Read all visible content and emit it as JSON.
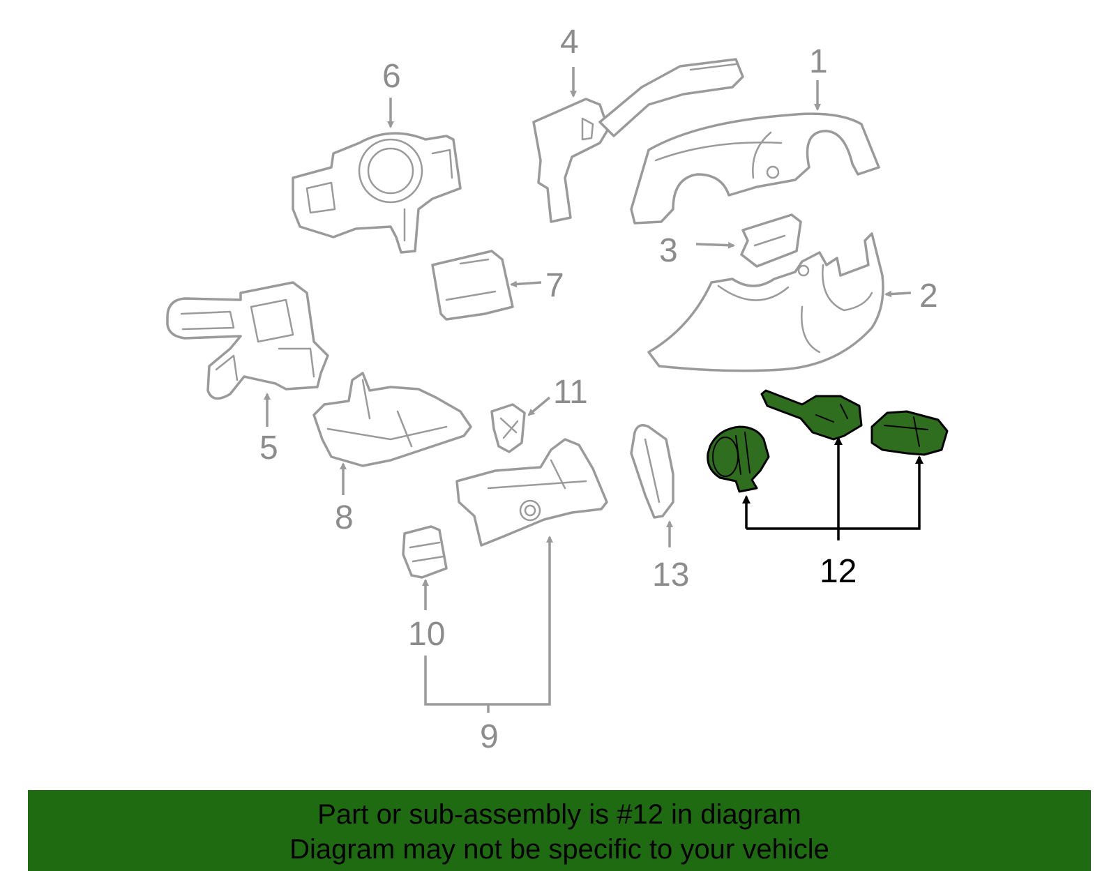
{
  "diagram": {
    "callouts": [
      {
        "id": "1",
        "label": "1",
        "highlighted": false
      },
      {
        "id": "2",
        "label": "2",
        "highlighted": false
      },
      {
        "id": "3",
        "label": "3",
        "highlighted": false
      },
      {
        "id": "4",
        "label": "4",
        "highlighted": false
      },
      {
        "id": "5",
        "label": "5",
        "highlighted": false
      },
      {
        "id": "6",
        "label": "6",
        "highlighted": false
      },
      {
        "id": "7",
        "label": "7",
        "highlighted": false
      },
      {
        "id": "8",
        "label": "8",
        "highlighted": false
      },
      {
        "id": "9",
        "label": "9",
        "highlighted": false
      },
      {
        "id": "10",
        "label": "10",
        "highlighted": false
      },
      {
        "id": "11",
        "label": "11",
        "highlighted": false
      },
      {
        "id": "12",
        "label": "12",
        "highlighted": true
      },
      {
        "id": "13",
        "label": "13",
        "highlighted": false
      }
    ],
    "colors": {
      "part_outline": "#9a9a9a",
      "label_gray": "#8c8c8c",
      "highlight_fill": "#2e6e1e",
      "highlight_outline": "#000000",
      "banner_background": "#1f6b12"
    }
  },
  "banner": {
    "line1": "Part or sub-assembly is #12 in diagram",
    "line2": "Diagram may not be specific to your vehicle"
  }
}
